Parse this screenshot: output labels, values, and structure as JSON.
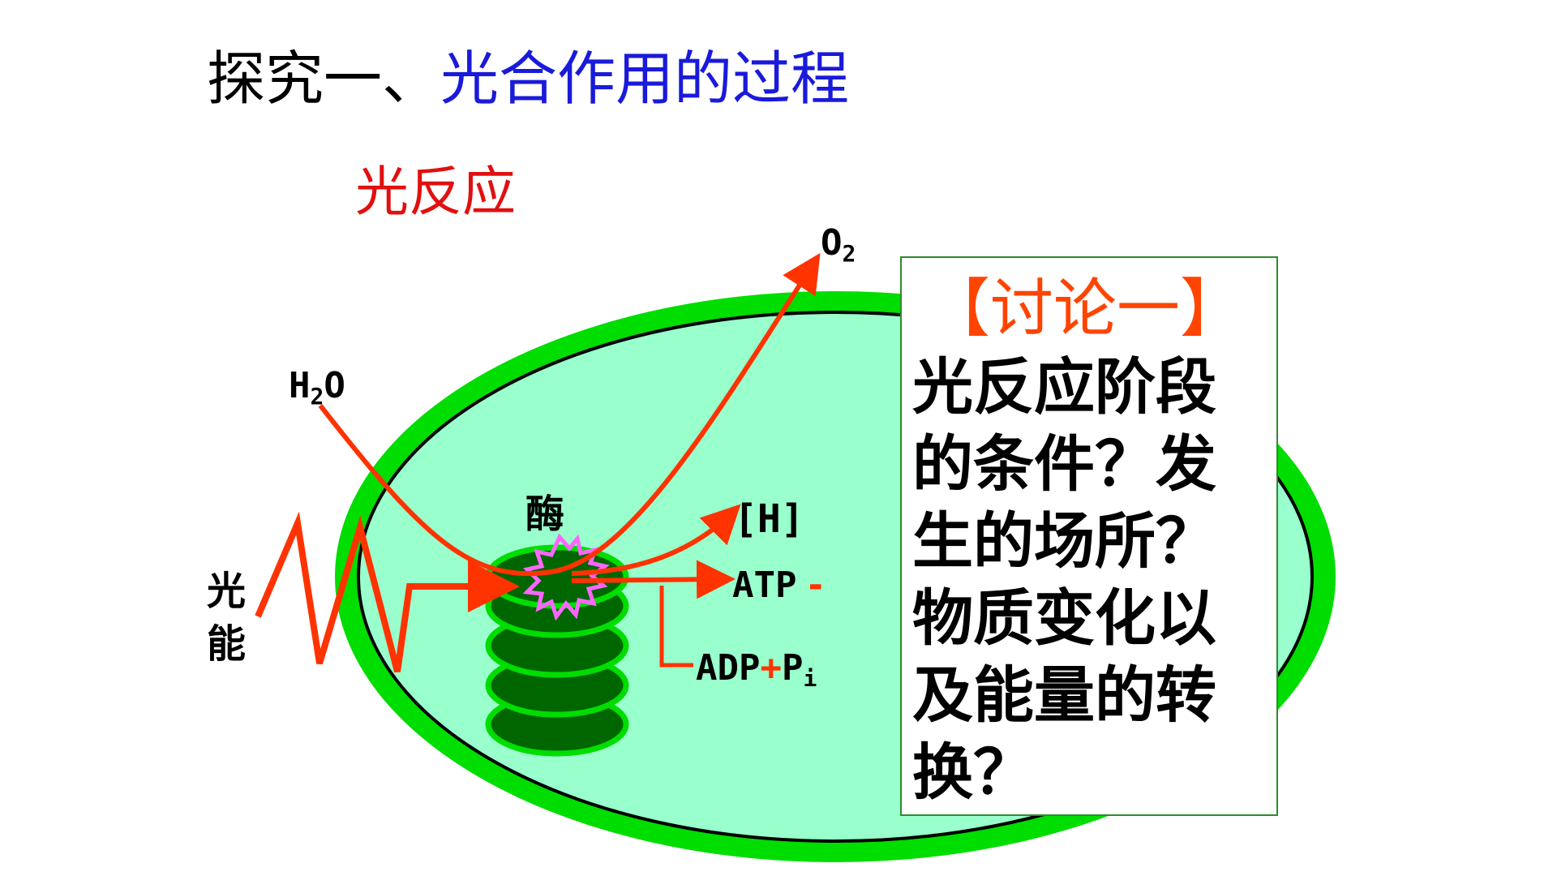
{
  "slide": {
    "title_prefix": "探究一、",
    "title_main": "光合作用的过程",
    "subtitle": "光反应",
    "colors": {
      "title_main": "#1a1adb",
      "subtitle": "#e01010",
      "arrow": "#ff3300",
      "chloroplast_outer": "#00dd00",
      "chloroplast_inner": "#99ffcc",
      "thylakoid": "#006600",
      "enzyme_burst": "#ff66ff",
      "discussion_heading": "#ff4400"
    }
  },
  "diagram": {
    "labels": {
      "o2": "O",
      "o2_sub": "2",
      "h2o_h": "H",
      "h2o_sub": "2",
      "h2o_o": "O",
      "enzyme": "酶",
      "h": "[H]",
      "atp": "ATP",
      "atp_sign": "-",
      "adp": "ADP",
      "adp_plus": "+",
      "pi_p": "P",
      "pi_sub": "i",
      "light_energy_1": "光",
      "light_energy_2": "能"
    }
  },
  "discussion": {
    "heading": "【讨论一】",
    "body": "光反应阶段\n的条件？发\n生的场所？\n物质变化以\n及能量的转\n换？"
  }
}
